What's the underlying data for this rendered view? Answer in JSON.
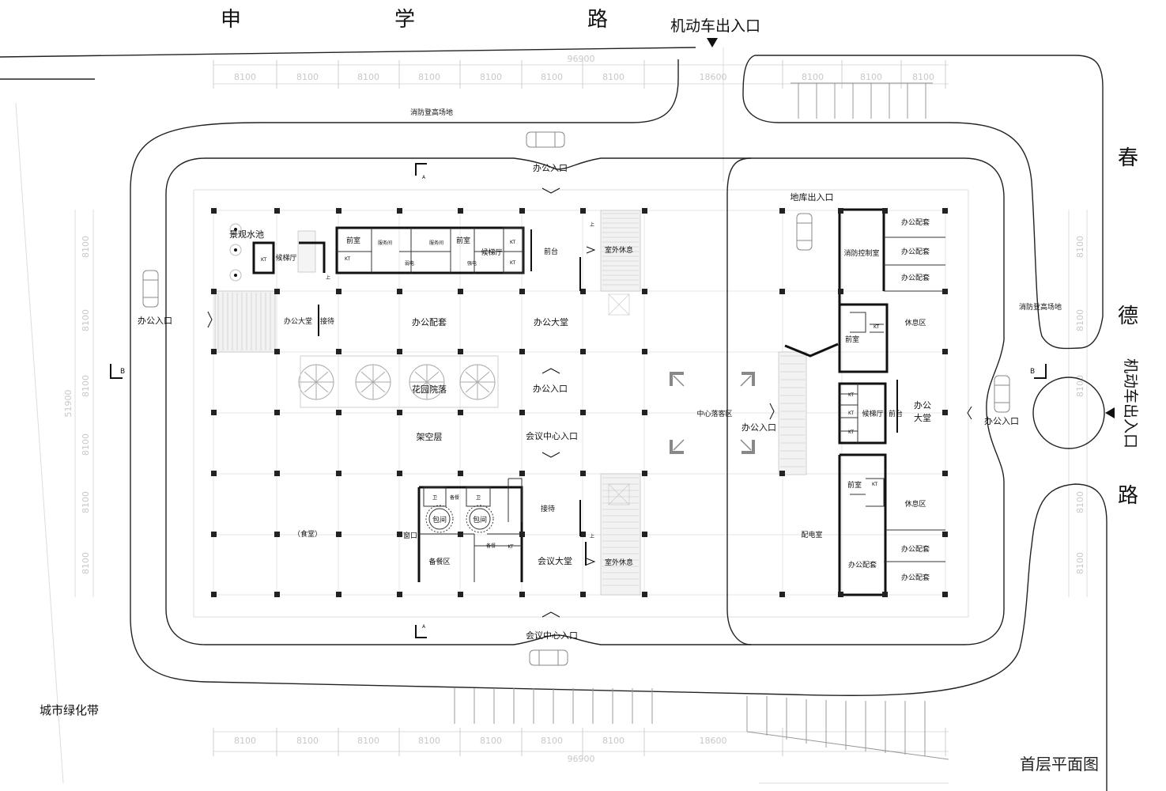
{
  "roads": {
    "top": [
      "申",
      "学",
      "路"
    ],
    "right": [
      "春",
      "德",
      "路"
    ]
  },
  "vehicle_entrance": "机动车出入口",
  "fire_access": "消防登高场地",
  "office_entrance": "办公入口",
  "garage_entrance": "地库出入口",
  "meeting_center_entrance": "会议中心入口",
  "section_marks": {
    "a": "A",
    "b": "B"
  },
  "upstairs": "上",
  "rooms": {
    "landscape_pool": "景观水池",
    "elevator_hall": "候梯厅",
    "front_room": "前室",
    "service_room": "服务间",
    "weak_current": "弱电",
    "strong_current": "强电",
    "fire_control": "消防控制室",
    "reception_desk": "前台",
    "outdoor_rest": "室外休息",
    "office_lobby": "办公大堂",
    "reception": "接待",
    "office_support": "办公配套",
    "garden_courtyard": "花园院落",
    "stilt_floor": "架空层",
    "central_dropoff": "中心落客区",
    "canteen": "（食堂）",
    "window": "窗口",
    "private_room": "包间",
    "toilet": "卫",
    "prep_meal": "备餐",
    "prep_area": "备餐区",
    "meeting_lobby": "会议大堂",
    "rest_area": "休息区",
    "power_room": "配电室",
    "office": "办公",
    "lobby": "大堂",
    "kt": "KT"
  },
  "dimensions": {
    "top_total": "96900",
    "bottom_total": "96900",
    "bay": "8100",
    "big_bay": "18600",
    "side": "8100",
    "side_total": "51900"
  },
  "green_belt": "城市绿化带",
  "caption": "首层平面图"
}
